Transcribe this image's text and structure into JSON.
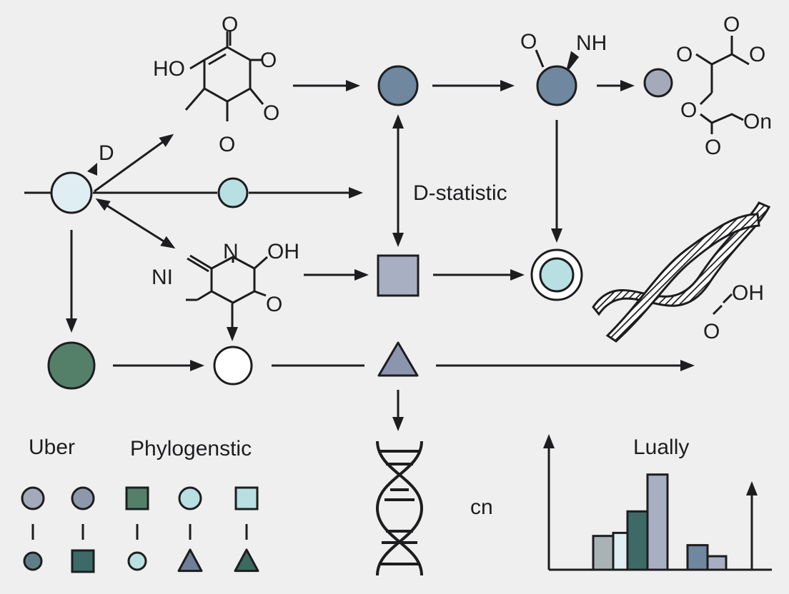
{
  "colors": {
    "background": "#efeff0",
    "ink": "#1d1d1f",
    "slate_blue": "#6f879f",
    "light_slate": "#a4aab9",
    "pale_cyan": "#b8e0e2",
    "pale_blue": "#dfeef2",
    "forest_green": "#54806a",
    "teal_dark": "#3d6a66",
    "square_grey": "#a9afc3",
    "bar_grey": "#a9b3b6"
  },
  "labels": {
    "d_marker": "D",
    "d_statistic": "D-statistic",
    "uber": "Uber",
    "phylogenstic": "Phylogenstic",
    "lually": "Lually",
    "cn": "cn"
  },
  "molecules": {
    "top_ring": {
      "ho": "HO",
      "o_top": "O",
      "o_right_upper": "O",
      "o_right_lower": "O",
      "o_bottom": "O"
    },
    "nh_fragment": {
      "o": "O",
      "nh": "NH"
    },
    "ester_chain": {
      "o_top": "O",
      "o_left": "O",
      "o_right": "O",
      "o_mid": "O",
      "on": "On",
      "o_bottom": "O"
    },
    "mid_ring": {
      "ni": "NI",
      "n": "N",
      "oh": "OH",
      "o": "O"
    },
    "dna_tag": {
      "oh": "OH",
      "o": "O"
    }
  },
  "legend": {
    "columns": [
      {
        "top_shape": "circle",
        "top_color": "#a4aab9",
        "bottom_shape": "circle",
        "bottom_color": "#5f7f86"
      },
      {
        "top_shape": "circle",
        "top_color": "#8e98ab",
        "bottom_shape": "square",
        "bottom_color": "#3d6a66"
      },
      {
        "top_shape": "square",
        "top_color": "#54806a",
        "bottom_shape": "circle",
        "bottom_color": "#b8e0e2"
      },
      {
        "top_shape": "circle",
        "top_color": "#b8e0e2",
        "bottom_shape": "triangle",
        "bottom_color": "#6f7f96"
      },
      {
        "top_shape": "square",
        "top_color": "#b8e0e2",
        "bottom_shape": "triangle",
        "bottom_color": "#3d6a5e"
      }
    ]
  },
  "mini_chart": {
    "bars": [
      {
        "value": 0.55,
        "color": "#a9b3b6"
      },
      {
        "value": 0.6,
        "color": "#dfeef2"
      },
      {
        "value": 0.95,
        "color": "#3d6a66"
      },
      {
        "value": 1.55,
        "color": "#a9afc3"
      },
      {
        "value": 0.4,
        "color": "#6f879f"
      },
      {
        "value": 0.22,
        "color": "#a9afc3"
      }
    ]
  }
}
